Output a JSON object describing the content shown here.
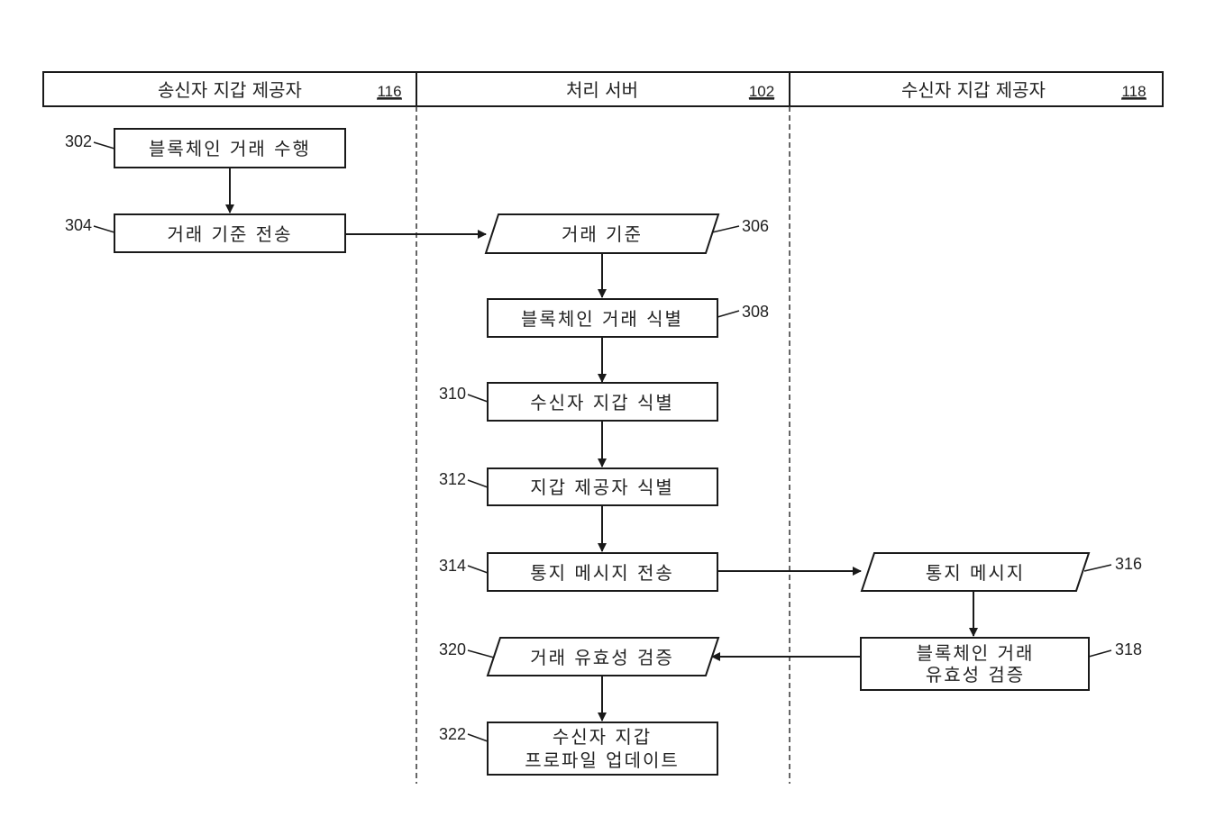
{
  "lanes": [
    {
      "title": "송신자 지갑 제공자",
      "ref": "116"
    },
    {
      "title": "처리 서버",
      "ref": "102"
    },
    {
      "title": "수신자 지갑 제공자",
      "ref": "118"
    }
  ],
  "steps": {
    "s302": {
      "ref": "302",
      "lines": [
        "블록체인 거래 수행"
      ],
      "shape": "process"
    },
    "s304": {
      "ref": "304",
      "lines": [
        "거래 기준 전송"
      ],
      "shape": "process"
    },
    "s306": {
      "ref": "306",
      "lines": [
        "거래 기준"
      ],
      "shape": "data"
    },
    "s308": {
      "ref": "308",
      "lines": [
        "블록체인 거래 식별"
      ],
      "shape": "process"
    },
    "s310": {
      "ref": "310",
      "lines": [
        "수신자 지갑 식별"
      ],
      "shape": "process"
    },
    "s312": {
      "ref": "312",
      "lines": [
        "지갑 제공자 식별"
      ],
      "shape": "process"
    },
    "s314": {
      "ref": "314",
      "lines": [
        "통지 메시지 전송"
      ],
      "shape": "process"
    },
    "s316": {
      "ref": "316",
      "lines": [
        "통지 메시지"
      ],
      "shape": "data"
    },
    "s318": {
      "ref": "318",
      "lines": [
        "블록체인 거래",
        "유효성 검증"
      ],
      "shape": "process"
    },
    "s320": {
      "ref": "320",
      "lines": [
        "거래 유효성 검증"
      ],
      "shape": "data"
    },
    "s322": {
      "ref": "322",
      "lines": [
        "수신자 지갑",
        "프로파일 업데이트"
      ],
      "shape": "process"
    }
  },
  "edges": [
    {
      "from": "302",
      "to": "304"
    },
    {
      "from": "304",
      "to": "306"
    },
    {
      "from": "306",
      "to": "308"
    },
    {
      "from": "308",
      "to": "310"
    },
    {
      "from": "310",
      "to": "312"
    },
    {
      "from": "312",
      "to": "314"
    },
    {
      "from": "314",
      "to": "316"
    },
    {
      "from": "316",
      "to": "318"
    },
    {
      "from": "318",
      "to": "320"
    },
    {
      "from": "320",
      "to": "322"
    }
  ]
}
